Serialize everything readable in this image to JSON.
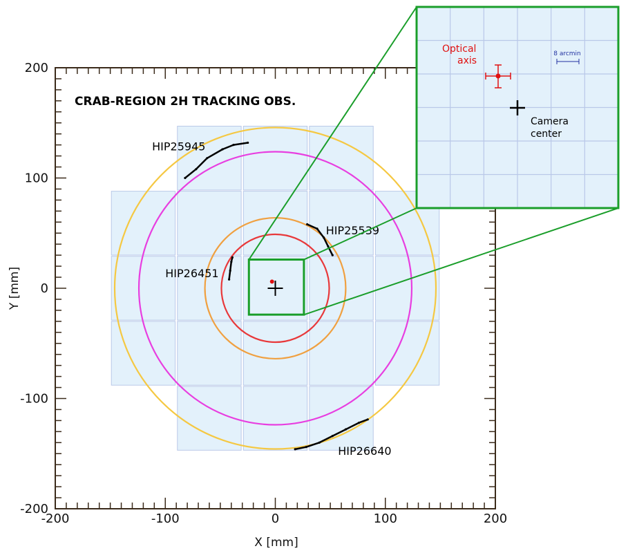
{
  "chart_data": {
    "type": "scatter",
    "title": "CRAB-REGION 2H TRACKING OBS.",
    "xlabel": "X [mm]",
    "ylabel": "Y [mm]",
    "xlim": [
      -200,
      200
    ],
    "ylim": [
      -200,
      200
    ],
    "x_ticks": [
      -200,
      -100,
      0,
      100,
      200
    ],
    "y_ticks": [
      -200,
      -100,
      0,
      100,
      200
    ],
    "grid": false,
    "colors": {
      "tile_fill": "#e3f1fb",
      "tile_edge": "#b9c8e8",
      "circle_yellow": "#f5c842",
      "circle_magenta": "#e83ee0",
      "circle_orange": "#f0a040",
      "circle_red": "#e8383a",
      "zoom_box": "#1a9e2a",
      "optical_axis": "#e01010",
      "marker": "#000000"
    },
    "camera_tiles": [
      {
        "cx": -60,
        "cy": 118
      },
      {
        "cx": 0,
        "cy": 118
      },
      {
        "cx": 60,
        "cy": 118
      },
      {
        "cx": -120,
        "cy": 59
      },
      {
        "cx": -60,
        "cy": 59
      },
      {
        "cx": 0,
        "cy": 59
      },
      {
        "cx": 60,
        "cy": 59
      },
      {
        "cx": 120,
        "cy": 59
      },
      {
        "cx": -120,
        "cy": 0
      },
      {
        "cx": -60,
        "cy": 0
      },
      {
        "cx": 0,
        "cy": 0
      },
      {
        "cx": 60,
        "cy": 0
      },
      {
        "cx": 120,
        "cy": 0
      },
      {
        "cx": -120,
        "cy": -59
      },
      {
        "cx": -60,
        "cy": -59
      },
      {
        "cx": 0,
        "cy": -59
      },
      {
        "cx": 60,
        "cy": -59
      },
      {
        "cx": 120,
        "cy": -59
      },
      {
        "cx": -60,
        "cy": -118
      },
      {
        "cx": 0,
        "cy": -118
      },
      {
        "cx": 60,
        "cy": -118
      }
    ],
    "tile_size": 58,
    "circles": [
      {
        "r": 146,
        "color": "#f5c842"
      },
      {
        "r": 124,
        "color": "#e83ee0"
      },
      {
        "r": 64,
        "color": "#f0a040"
      },
      {
        "r": 49,
        "color": "#e8383a"
      }
    ],
    "star_tracks": [
      {
        "name": "HIP25945",
        "points": [
          [
            -82,
            100
          ],
          [
            -72,
            108
          ],
          [
            -62,
            118
          ],
          [
            -48,
            126
          ],
          [
            -38,
            130
          ],
          [
            -25,
            132
          ]
        ]
      },
      {
        "name": "HIP25539",
        "points": [
          [
            29,
            58
          ],
          [
            38,
            54
          ],
          [
            44,
            46
          ],
          [
            48,
            38
          ],
          [
            52,
            30
          ]
        ]
      },
      {
        "name": "HIP26451",
        "points": [
          [
            -42,
            8
          ],
          [
            -41,
            16
          ],
          [
            -40,
            24
          ],
          [
            -39,
            28
          ]
        ]
      },
      {
        "name": "HIP26640",
        "points": [
          [
            18,
            -146
          ],
          [
            28,
            -144
          ],
          [
            40,
            -140
          ],
          [
            52,
            -134
          ],
          [
            64,
            -128
          ],
          [
            76,
            -122
          ],
          [
            84,
            -119
          ]
        ]
      }
    ],
    "zoom_box_range": [
      -24,
      26
    ],
    "camera_center": [
      0,
      0
    ],
    "optical_axis": [
      -3,
      6
    ]
  },
  "inset": {
    "optical_axis_label_1": "Optical",
    "optical_axis_label_2": "axis",
    "scale_label": "8 arcmin",
    "camera_center_label_1": "Camera",
    "camera_center_label_2": "center"
  }
}
